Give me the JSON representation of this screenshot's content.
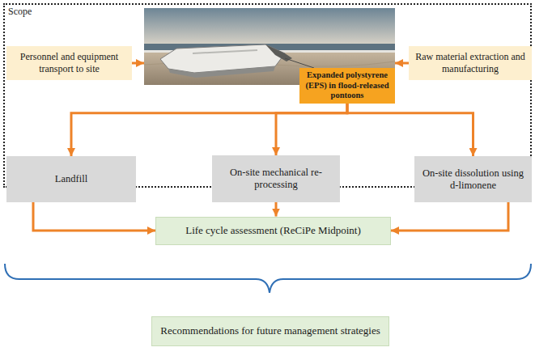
{
  "diagram": {
    "nodes": [
      {
        "text": [
          "Scope"
        ]
      },
      {
        "text": [
          "Personnel and equipment transport to site"
        ],
        "in": 0
      },
      {
        "text": [
          "Expanded polystyrene (EPS) in flood-released pontoons"
        ],
        "in": 0
      },
      {
        "text": [
          "Raw material extraction and manufacturing"
        ],
        "in": 0
      },
      {
        "text": [
          "Landfill"
        ],
        "in": 0
      },
      {
        "text": [
          "On-site mechanical re-processing"
        ],
        "in": 0
      },
      {
        "text": [
          "On-site dissolution using d-limonene"
        ],
        "in": 0
      },
      {
        "text": [
          "Life cycle assessment (ReCiPe Midpoint)"
        ]
      },
      {
        "text": [
          "Recommendations for future management strategies"
        ]
      }
    ],
    "edges": [
      {
        "from": 1,
        "to": 2,
        "arrow": "to"
      },
      {
        "from": 3,
        "to": 2,
        "arrow": "to"
      },
      {
        "from": 2,
        "to": 4,
        "arrow": "to"
      },
      {
        "from": 2,
        "to": 5,
        "arrow": "to"
      },
      {
        "from": 2,
        "to": 6,
        "arrow": "to"
      },
      {
        "from": 4,
        "to": 7,
        "arrow": "to"
      },
      {
        "from": 5,
        "to": 7,
        "arrow": "to"
      },
      {
        "from": 6,
        "to": 7,
        "arrow": "to"
      }
    ]
  }
}
